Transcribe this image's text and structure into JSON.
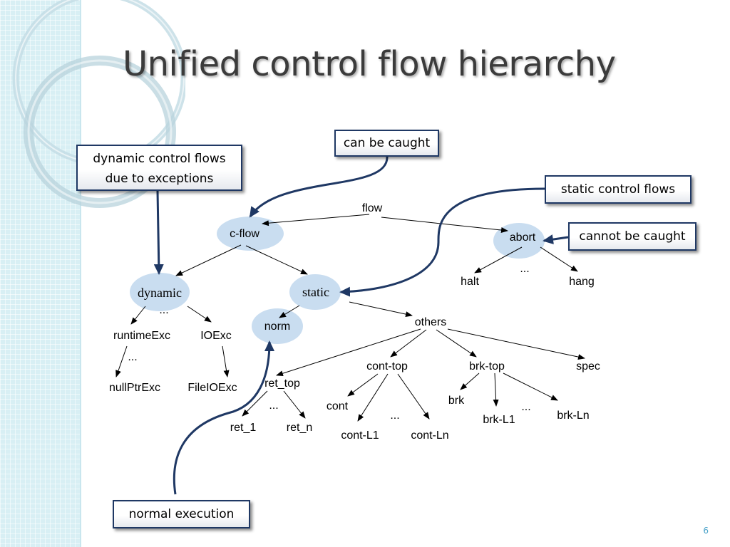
{
  "slide": {
    "title": "Unified control flow hierarchy",
    "slide_number": "6"
  },
  "colors": {
    "node_fill": "#c9ddf0",
    "arrow": "#1f3864",
    "edge": "#000000",
    "title": "#3b3b3b",
    "slide_number": "#4aa3c9",
    "band": "#d8eff4"
  },
  "nodes": {
    "flow": "flow",
    "c_flow": "c-flow",
    "abort": "abort",
    "halt": "halt",
    "hang": "hang",
    "dynamic": "dynamic",
    "static": "static",
    "norm": "norm",
    "others": "others",
    "runtimeExc": "runtimeExc",
    "IOExc": "IOExc",
    "nullPtrExc": "nullPtrExc",
    "FileIOExc": "FileIOExc",
    "ret_top": "ret_top",
    "ret_1": "ret_1",
    "ret_n": "ret_n",
    "cont_top": "cont-top",
    "cont": "cont",
    "cont_L1": "cont-L1",
    "cont_Ln": "cont-Ln",
    "brk_top": "brk-top",
    "brk": "brk",
    "brk_L1": "brk-L1",
    "brk_Ln": "brk-Ln",
    "spec": "spec",
    "ellipsis": "..."
  },
  "callouts": {
    "can_be_caught": "can be caught",
    "dynamic_flows_line1": "dynamic control flows",
    "dynamic_flows_line2": "due to exceptions",
    "static_flows": "static control flows",
    "cannot_be_caught": "cannot be caught",
    "normal_execution": "normal execution"
  }
}
